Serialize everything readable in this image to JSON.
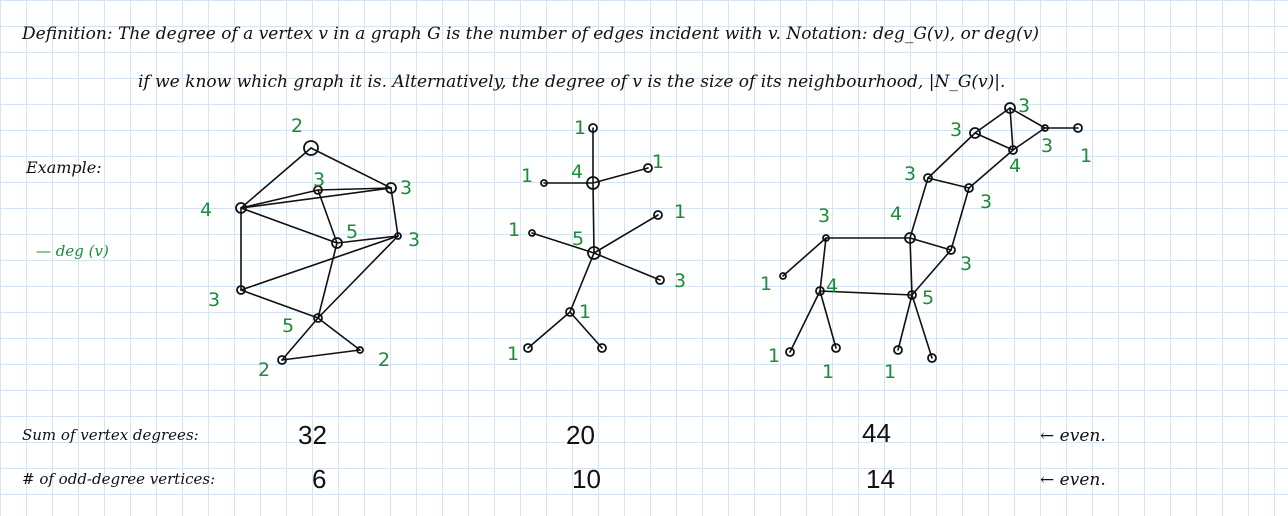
{
  "definition": {
    "line1": "Definition: The degree of a vertex v in a graph G is the number of edges incident with v.  Notation: deg_G(v), or deg(v)",
    "line2": "if we know which graph it is.  Alternatively, the degree of v is the size of its neighbourhood, |N_G(v)|.",
    "underlined_term": "degree"
  },
  "example_label": "Example:",
  "legend": {
    "dash": "—",
    "text": "deg (v)"
  },
  "graphs": [
    {
      "degree_labels": [
        "2",
        "3",
        "3",
        "4",
        "5",
        "3",
        "3",
        "5",
        "2",
        "2"
      ],
      "sum": "32",
      "odd_count": "6"
    },
    {
      "degree_labels": [
        "1",
        "1",
        "4",
        "1",
        "1",
        "5",
        "1",
        "3",
        "1",
        "1"
      ],
      "sum": "20",
      "odd_count": "10"
    },
    {
      "degree_labels": [
        "3",
        "3",
        "4",
        "3",
        "1",
        "3",
        "3",
        "4",
        "3",
        "3",
        "5",
        "1",
        "1",
        "1",
        "1",
        "4"
      ],
      "sum": "44",
      "odd_count": "14"
    }
  ],
  "rows": {
    "sum_label": "Sum of vertex degrees:",
    "odd_label": "# of odd-degree vertices:",
    "sum_note": "← even.",
    "odd_note": "← even."
  }
}
